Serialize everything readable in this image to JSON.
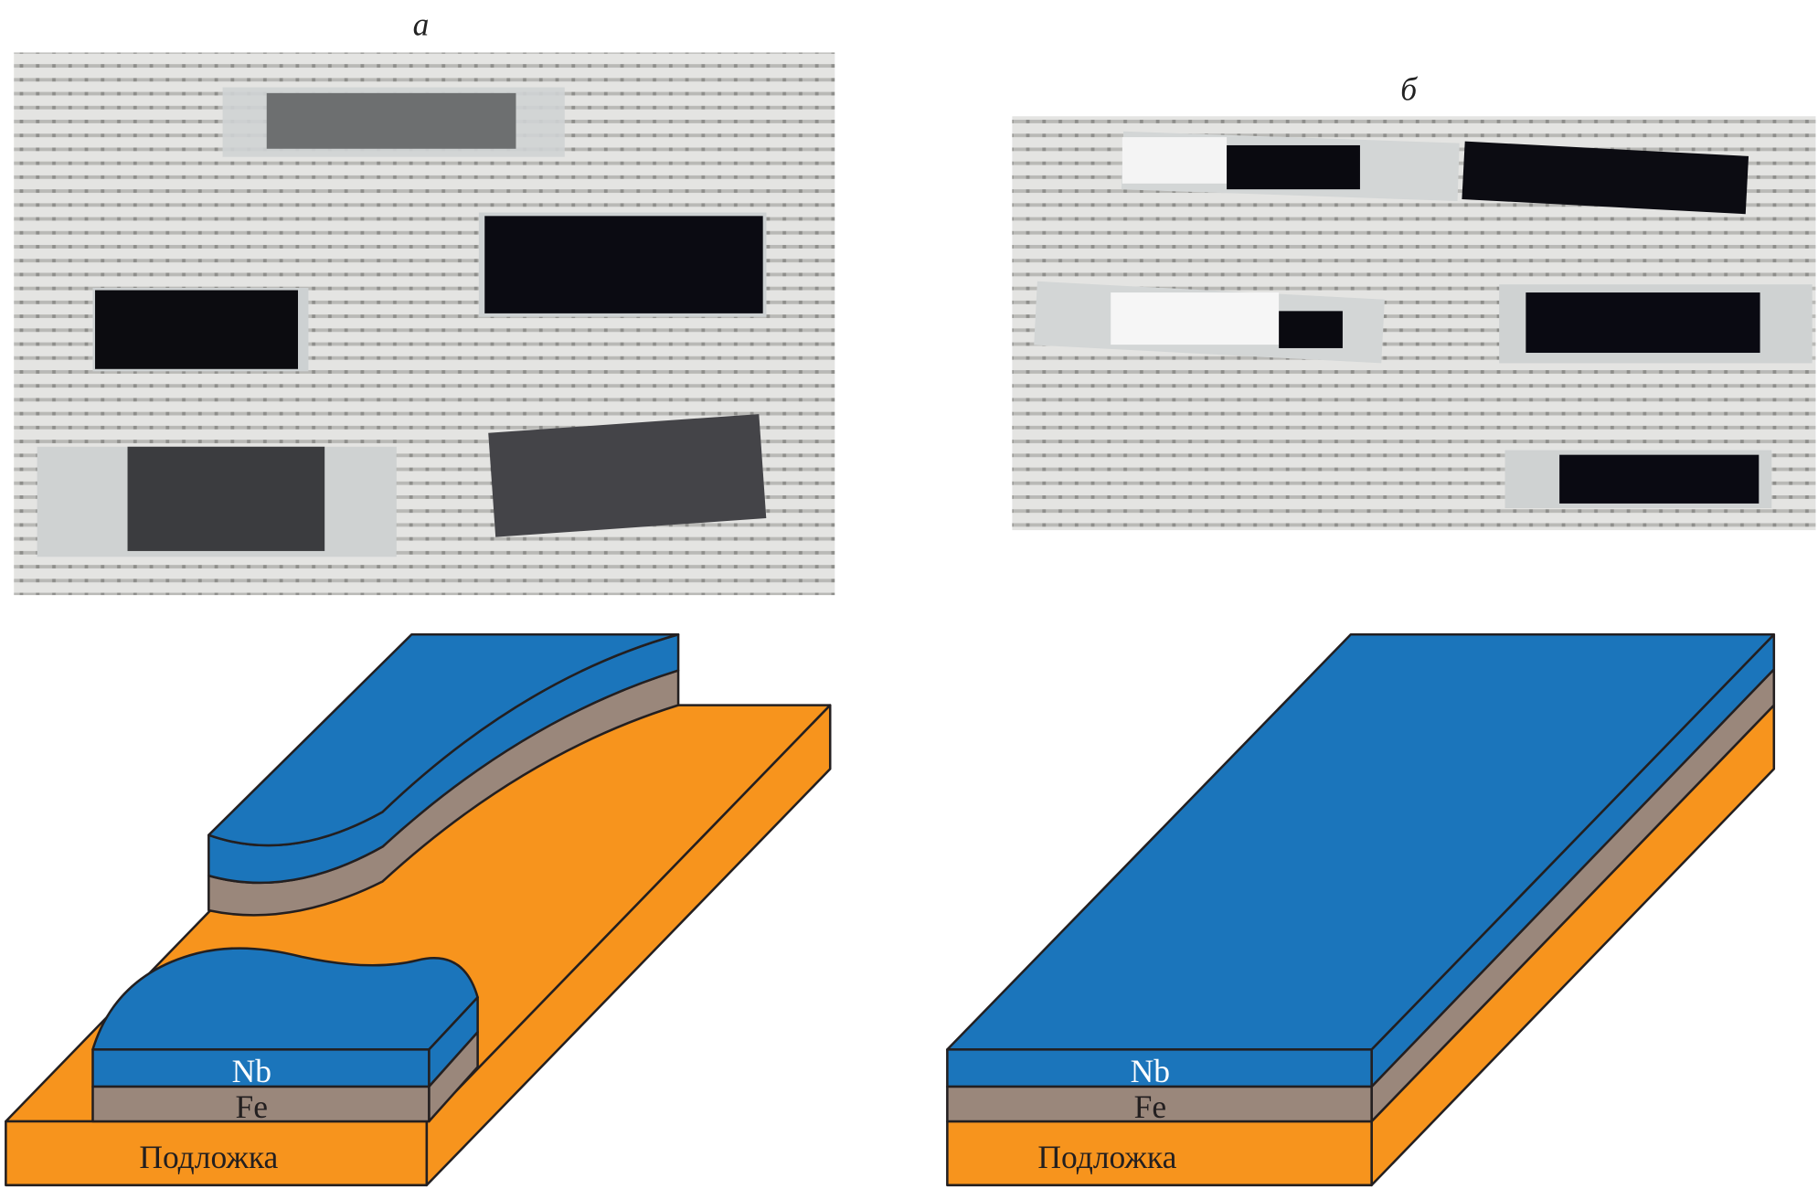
{
  "panels": [
    {
      "label": "а",
      "layers": {
        "top": "Nb",
        "middle": "Fe",
        "substrate": "Подложка"
      }
    },
    {
      "label": "б",
      "layers": {
        "top": "Nb",
        "middle": "Fe",
        "substrate": "Подложка"
      }
    }
  ],
  "colors": {
    "nb": "#1b75bb",
    "fe": "#9a877b",
    "substrate": "#f7941d",
    "outline": "#231f20"
  }
}
